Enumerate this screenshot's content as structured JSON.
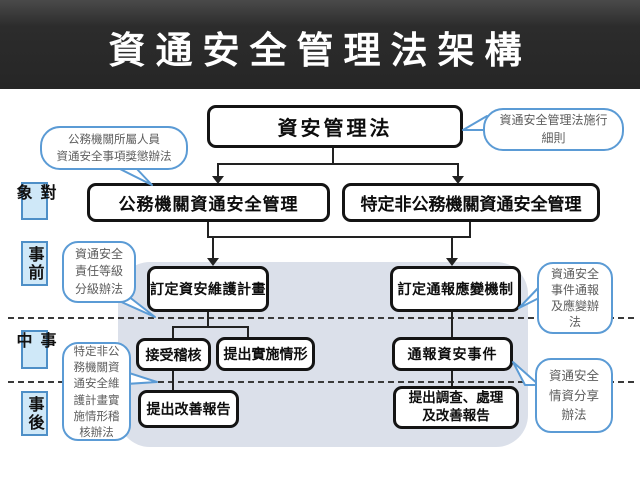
{
  "header": {
    "title": "資通安全管理法架構",
    "bg_color": "#262626",
    "title_color": "#ffffff"
  },
  "stages": {
    "items": [
      {
        "label": "對象"
      },
      {
        "label": "事前"
      },
      {
        "label": "事中"
      },
      {
        "label": "事後"
      }
    ]
  },
  "flow": {
    "law": {
      "label": "資安管理法"
    },
    "public_agency": {
      "label": "公務機關資通安全管理"
    },
    "non_public_agency": {
      "label": "特定非公務機關資通安全管理"
    },
    "maintenance_plan": {
      "label": "訂定資安維護計畫"
    },
    "response_mechanism": {
      "label": "訂定通報應變機制"
    },
    "accept_audit": {
      "label": "接受稽核"
    },
    "implementation_status": {
      "label": "提出實施情形"
    },
    "report_incident": {
      "label": "通報資安事件"
    },
    "improvement_report": {
      "label": "提出改善報告"
    },
    "investigation_report": {
      "label": "提出調查、處理\n及改善報告"
    }
  },
  "callouts": {
    "reward_punishment": {
      "text": "公務機關所屬人員\n資通安全事項獎懲辦法"
    },
    "enforcement_rules": {
      "text": "資通安全管理法施行\n細則"
    },
    "responsibility_grading": {
      "text": "資通安全\n責任等級\n分級辦法"
    },
    "incident_reporting": {
      "text": "資通安全\n事件通報\n及應變辦\n法"
    },
    "audit_regulation": {
      "text": "特定非公\n務機關資\n通安全維\n護計畫實\n施情形稽\n核辦法"
    },
    "intel_sharing": {
      "text": "資通安全\n情資分享\n辦法"
    }
  },
  "colors": {
    "callout_border": "#5b9bd5",
    "stage_bg": "#cfe8f8",
    "stage_border": "#4e8fc7",
    "panel_bg": "#dbe0ea",
    "box_border": "#141414",
    "dash_color": "#3a3a3a"
  }
}
